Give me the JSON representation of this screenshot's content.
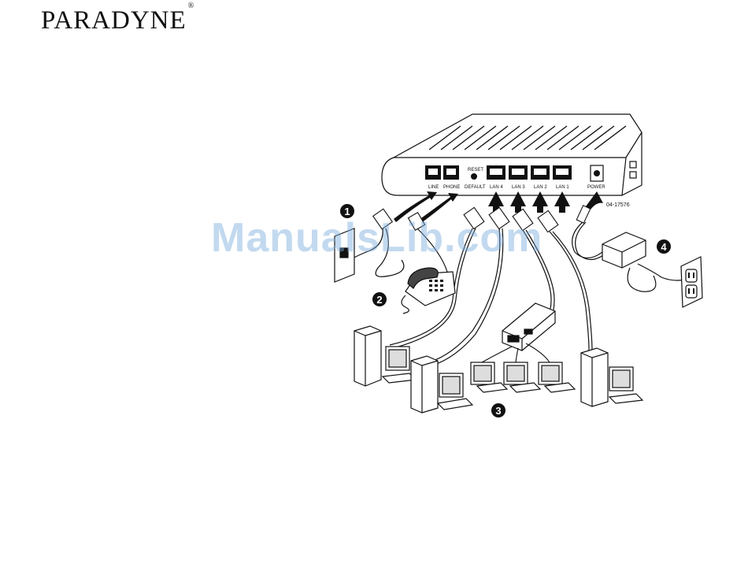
{
  "brand": {
    "logo_text": "PARADYNE",
    "registered_mark": "®"
  },
  "figure": {
    "id": "04-17576",
    "ports": {
      "line": "LINE",
      "phone": "PHONE",
      "reset": "RESET",
      "default": "DEFAULT",
      "lan4": "LAN 4",
      "lan3": "LAN 3",
      "lan2": "LAN 2",
      "lan1": "LAN 1",
      "power": "POWER"
    },
    "callouts": [
      "1",
      "2",
      "3",
      "4"
    ]
  },
  "watermark": "ManualsLib.com"
}
